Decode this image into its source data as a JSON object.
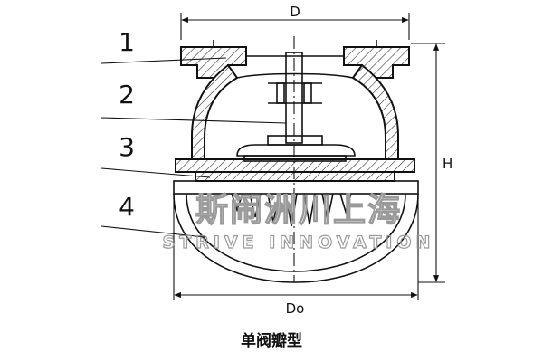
{
  "callouts": [
    {
      "number": "1"
    },
    {
      "number": "2"
    },
    {
      "number": "3"
    },
    {
      "number": "4"
    }
  ],
  "dimensions": {
    "top_width": "D",
    "height": "H",
    "bottom_width": "Do"
  },
  "watermark": {
    "line1": "斯闹洲川上海",
    "line2": "STRIVE INNOVATION"
  },
  "caption": "单阀瓣型",
  "colors": {
    "line": "#111111",
    "watermark": "#9a9a9a",
    "background": "#ffffff"
  }
}
